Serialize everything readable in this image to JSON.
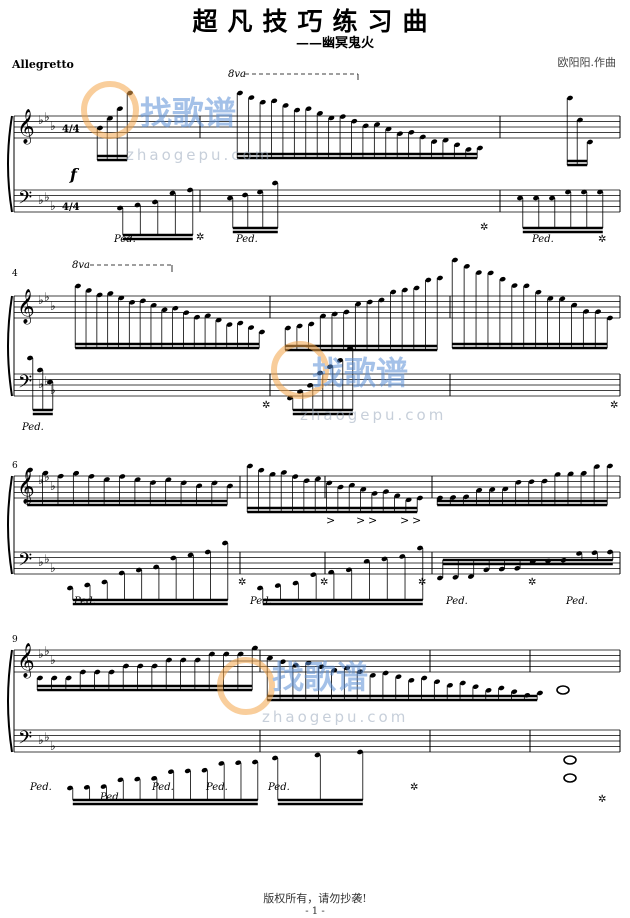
{
  "title": "超凡技巧练习曲",
  "subtitle": "——幽冥鬼火",
  "composer": "欧阳阳.作曲",
  "tempo": "Allegretto",
  "dynamic": "f",
  "time_signature": "4/4",
  "ottava": "8va",
  "pedal": "Ped.",
  "accent_mark": ">",
  "measure_numbers": [
    "4",
    "6",
    "9"
  ],
  "watermark": {
    "brand": "找歌谱",
    "url": "zhaogepu.com",
    "color_orange": "#f4a64a",
    "color_blue": "#5b8fd6"
  },
  "footer": "版权所有，请勿抄袭!",
  "page_number": "- 1 -"
}
